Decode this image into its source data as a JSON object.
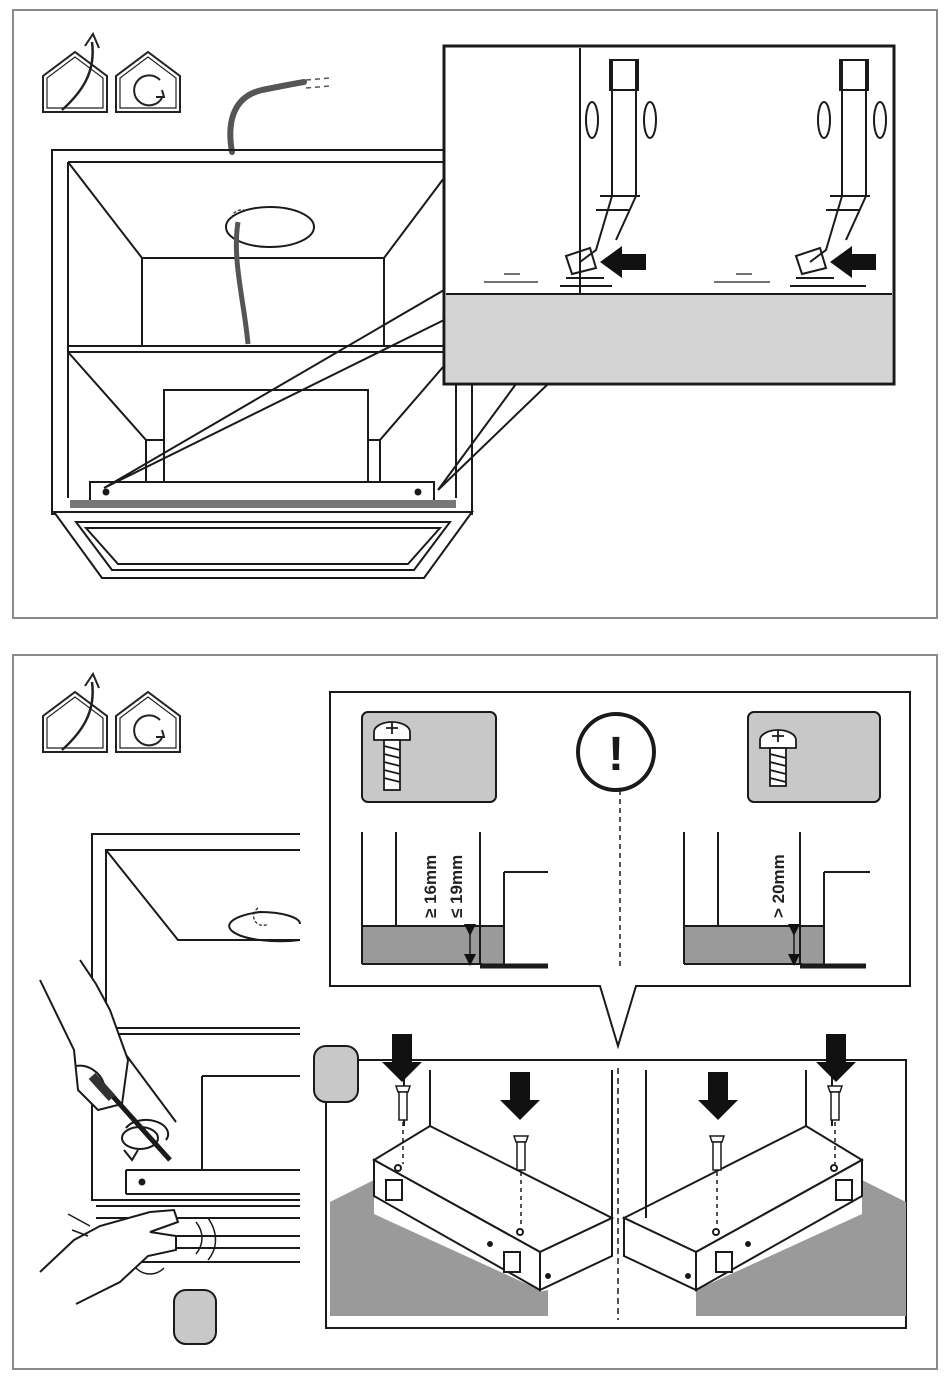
{
  "panel_top": {
    "icons": [
      "house-exhaust-icon",
      "house-recirculation-icon"
    ]
  },
  "panel_bottom": {
    "icons": [
      "house-exhaust-icon",
      "house-recirculation-icon"
    ],
    "left_screw": {
      "min_label": "≥ 16mm",
      "max_label": "≤ 19mm"
    },
    "right_screw": {
      "label": "> 20mm"
    },
    "warning_glyph": "!"
  },
  "colors": {
    "frame": "#8a8a8a",
    "line": "#1a1a1a",
    "panel_fill": "#d4d4d4",
    "surface_dark": "#9a9a9a",
    "hint_box": "#c8c8c8"
  }
}
